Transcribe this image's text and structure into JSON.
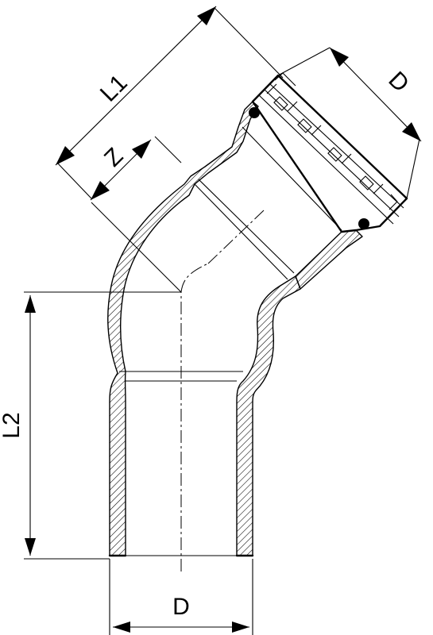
{
  "labels": {
    "l1": "L1",
    "z": "Z",
    "d_top": "D",
    "l2": "L2",
    "d_bottom": "D"
  },
  "colors": {
    "line": "#000000",
    "background": "#ffffff"
  }
}
